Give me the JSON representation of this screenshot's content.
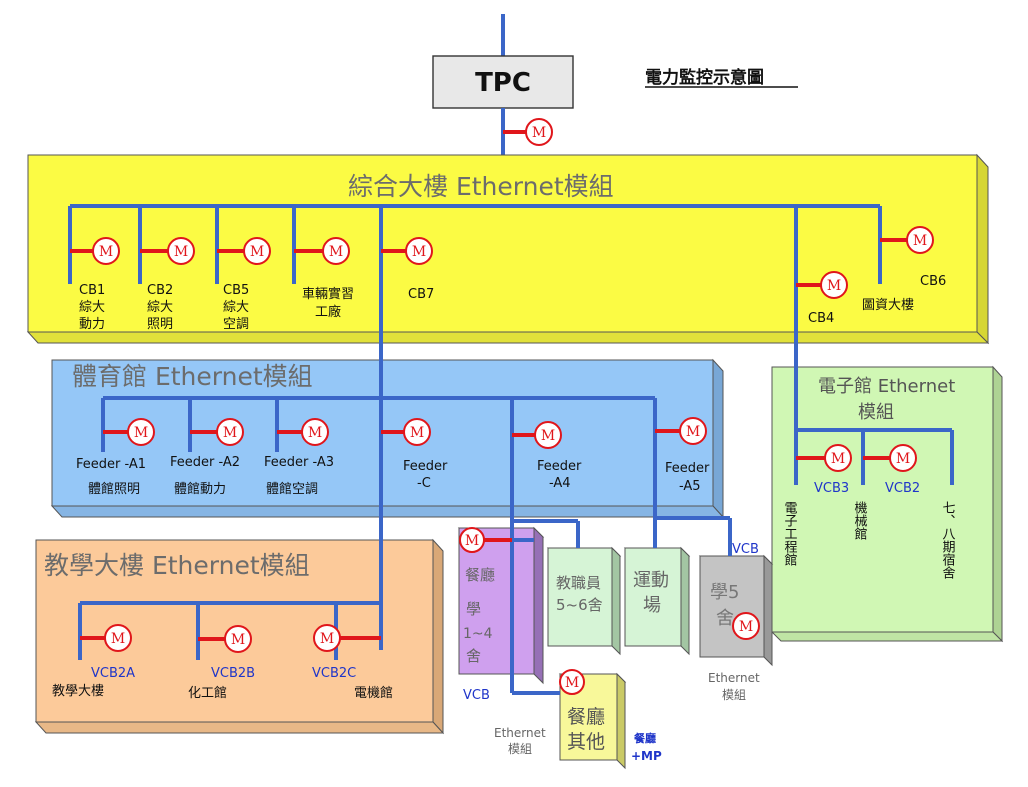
{
  "title": "電力監控示意圖",
  "tpc_label": "TPC",
  "meter_label": "M",
  "modules": {
    "zonghe": {
      "title": "綜合大樓  Ethernet模組",
      "cb1": [
        "CB1",
        "綜大",
        "動力"
      ],
      "cb2": [
        "CB2",
        "綜大",
        "照明"
      ],
      "cb5": [
        "CB5",
        "綜大",
        "空調"
      ],
      "vehicle": [
        "車輛實習",
        "工廠"
      ],
      "cb7": "CB7",
      "cb4": "CB4",
      "cb6": "CB6",
      "library": "圖資大樓"
    },
    "gym": {
      "title": "體育館  Ethernet模組",
      "a1": [
        "Feeder  -A1",
        "體館照明"
      ],
      "a2": [
        "Feeder -A2",
        "體館動力"
      ],
      "a3": [
        "Feeder -A3",
        "體館空調"
      ],
      "c": [
        "Feeder",
        "-C"
      ],
      "a4": [
        "Feeder",
        "-A4"
      ],
      "a5": [
        "Feeder",
        "-A5"
      ]
    },
    "teaching": {
      "title": "教學大樓  Ethernet模組",
      "vcb2a": [
        "VCB2A",
        "教學大樓"
      ],
      "vcb2b": [
        "VCB2B",
        "化工館"
      ],
      "vcb2c": [
        "VCB2C",
        "電機館"
      ]
    },
    "electronics": {
      "title": [
        "電子館 Ethernet",
        "模組"
      ],
      "ee": "電子工程館",
      "vcb3": "VCB3",
      "mech": "機械館",
      "vcb2": "VCB2",
      "dorm78": "七、八期宿舍"
    }
  },
  "small_boxes": {
    "dining": [
      "餐廳",
      "學",
      "1~4",
      "舍"
    ],
    "dining_vcb": "VCB",
    "staff": [
      "教職員",
      "5~6舍"
    ],
    "stadium": [
      "運動",
      "場"
    ],
    "dorm5": [
      "學5",
      "舍"
    ],
    "dorm5_vcb": "VCB",
    "dorm5_eth": [
      "Ethernet",
      "模組"
    ],
    "other": [
      "餐廳",
      "其他"
    ],
    "other_eth": [
      "Ethernet",
      "模組"
    ],
    "other_mp": [
      "餐廳",
      "+MP"
    ]
  },
  "colors": {
    "line": "#3b66c8",
    "meter": "#e0161b",
    "yellow": "#fbfb44",
    "blue": "#95c7f7",
    "orange": "#fcca9a",
    "green": "#d0f7b4"
  }
}
